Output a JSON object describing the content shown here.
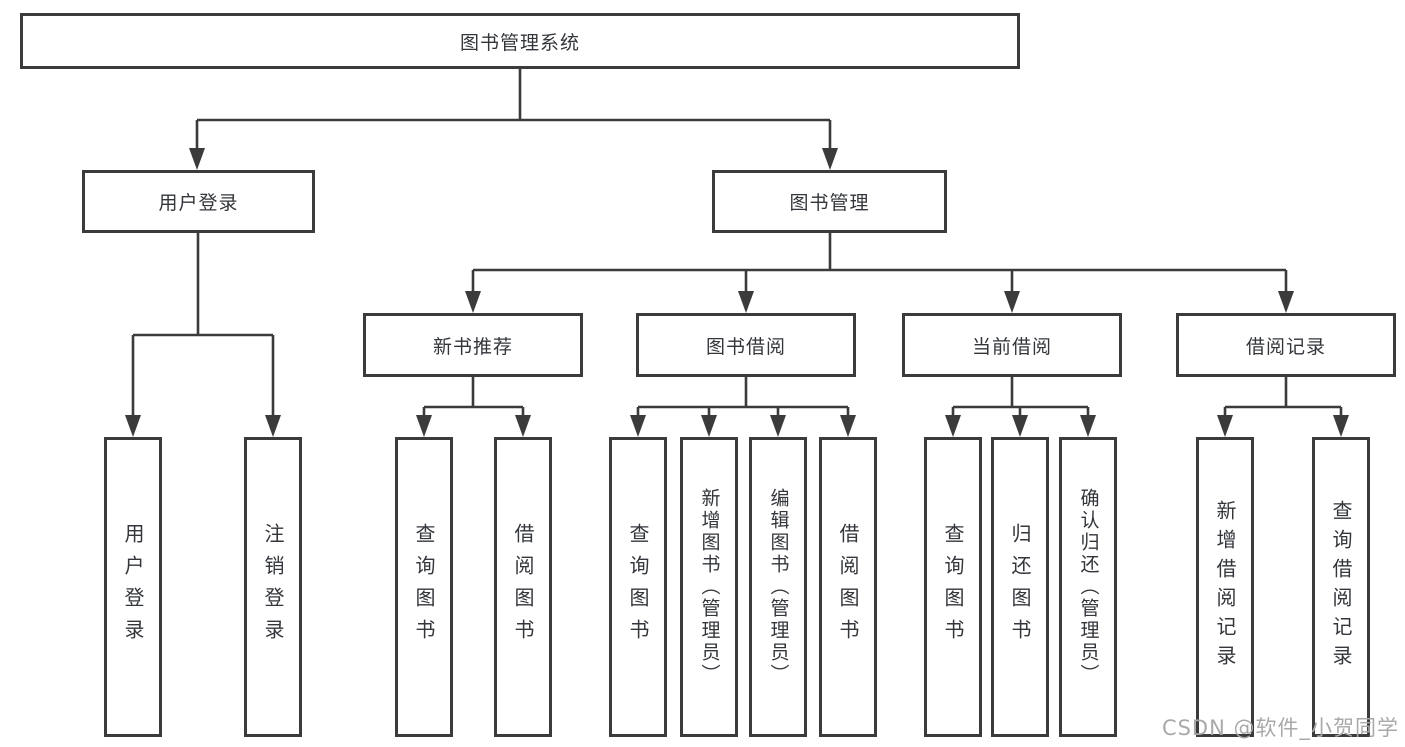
{
  "diagram": {
    "root": "图书管理系统",
    "level2": [
      "用户登录",
      "图书管理"
    ],
    "level3": [
      "新书推荐",
      "图书借阅",
      "当前借阅",
      "借阅记录"
    ],
    "children": {
      "login": [
        "用户登录",
        "注销登录"
      ],
      "recommend": [
        "查询图书",
        "借阅图书"
      ],
      "borrow": [
        "查询图书",
        "新增图书（管理员）",
        "编辑图书（管理员）",
        "借阅图书"
      ],
      "current": [
        "查询图书",
        "归还图书",
        "确认归还（管理员）"
      ],
      "records": [
        "新增借阅记录",
        "查询借阅记录"
      ]
    }
  },
  "watermark": {
    "text": "CSDN @软件_小贺同学"
  },
  "colors": {
    "line": "#3b3b3b",
    "border": "#3b3b3b",
    "text": "#33363b",
    "watermark": "#a9a9ab",
    "background": "#ffffff"
  }
}
